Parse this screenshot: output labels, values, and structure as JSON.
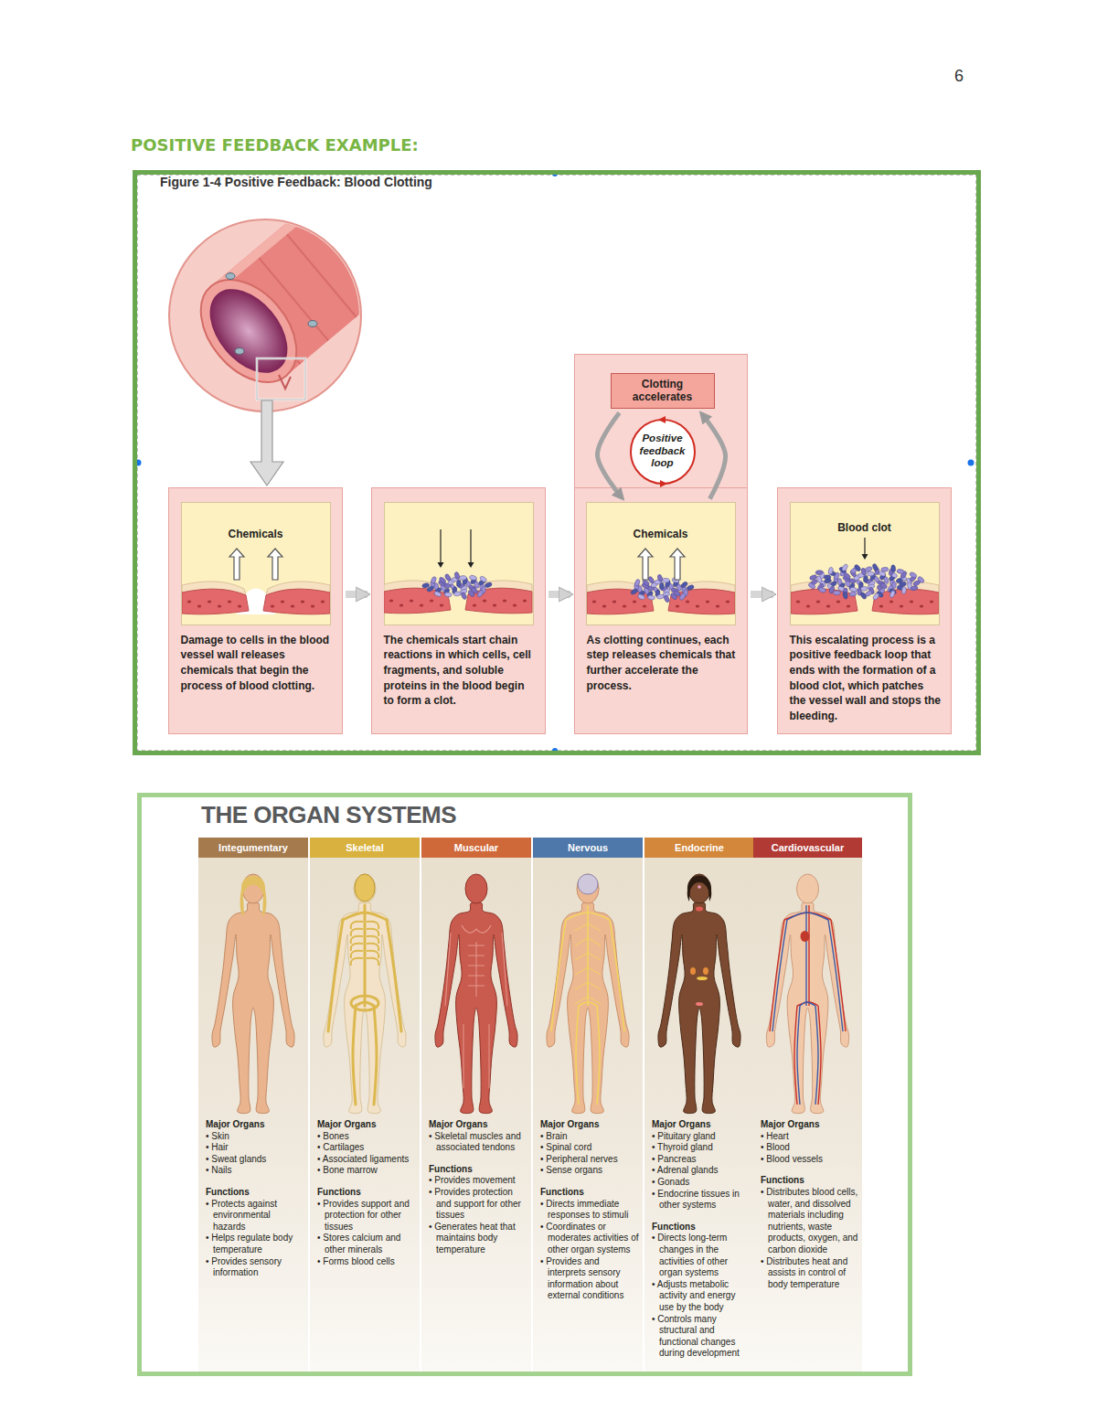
{
  "diagram": {
    "title": "POSITIVE FEEDBACK EXAMPLE:",
    "nodes": [
      {
        "text": [
          "Figure 1-4 Positive Feedback: Blood Clotting"
        ]
      },
      {
        "text": [
          "Damage to cells in the blood vessel wall releases chemicals that begin the process of blood clotting."
        ],
        "in": 0
      },
      {
        "text": [
          "Chemicals"
        ],
        "in": 1
      },
      {
        "text": [
          "The chemicals start chain reactions in which cells, cell fragments, and soluble proteins in the blood begin to form a clot."
        ],
        "in": 0
      },
      {
        "text": [
          "As clotting continues, each step releases chemicals that further accelerate the process."
        ],
        "in": 0
      },
      {
        "text": [
          "Clotting accelerates"
        ],
        "in": 4
      },
      {
        "text": [
          "Positive feedback loop"
        ],
        "in": 4
      },
      {
        "text": [
          "Chemicals"
        ],
        "in": 4
      },
      {
        "text": [
          "This escalating process is a positive feedback loop that ends with the formation of a blood clot, which patches the vessel wall and stops the bleeding."
        ],
        "in": 0
      },
      {
        "text": [
          "Blood clot"
        ],
        "in": 8
      },
      {
        "text": [
          "THE ORGAN SYSTEMS"
        ]
      },
      {
        "text": [
          "Integumentary"
        ],
        "in": 10
      },
      {
        "text": [
          "Major Organs",
          "• Skin",
          "• Hair",
          "• Sweat glands",
          "• Nails",
          "Functions",
          "• Protects against environmental hazards",
          "• Helps regulate body temperature",
          "• Provides sensory information"
        ],
        "in": 10
      },
      {
        "text": [
          "Skeletal"
        ],
        "in": 10
      },
      {
        "text": [
          "Major Organs",
          "• Bones",
          "• Cartilages",
          "• Associated ligaments",
          "• Bone marrow",
          "Functions",
          "• Provides support and protection for other tissues",
          "• Stores calcium and other minerals",
          "• Forms blood cells"
        ],
        "in": 10
      },
      {
        "text": [
          "Muscular"
        ],
        "in": 10
      },
      {
        "text": [
          "Major Organs",
          "• Skeletal muscles and associated tendons",
          "Functions",
          "• Provides movement",
          "• Provides protection and support for other tissues",
          "• Generates heat that maintains body temperature"
        ],
        "in": 10
      },
      {
        "text": [
          "Nervous"
        ],
        "in": 10
      },
      {
        "text": [
          "Major Organs",
          "• Brain",
          "• Spinal cord",
          "• Peripheral nerves",
          "• Sense organs",
          "Functions",
          "• Directs immediate responses to stimuli",
          "• Coordinates or moderates activities of other organ systems",
          "• Provides and interprets sensory information about external conditions"
        ],
        "in": 10
      },
      {
        "text": [
          "Endocrine"
        ],
        "in": 10
      },
      {
        "text": [
          "Major Organs",
          "• Pituitary gland",
          "• Thyroid gland",
          "• Pancreas",
          "• Adrenal glands",
          "• Gonads",
          "• Endocrine tissues in other systems",
          "Functions",
          "• Directs long-term changes in the activities of other organ systems",
          "• Adjusts metabolic activity and energy use by the body",
          "• Controls many structural and functional changes during development"
        ],
        "in": 10
      },
      {
        "text": [
          "Cardiovascular"
        ],
        "in": 10
      },
      {
        "text": [
          "Major Organs",
          "• Heart",
          "• Blood",
          "• Blood vessels",
          "Functions",
          "• Distributes blood cells, water, and dissolved materials including nutrients, waste products, oxygen, and carbon dioxide",
          "• Distributes heat and assists in control of body temperature"
        ],
        "in": 10
      }
    ],
    "edges": [
      {
        "from": 1,
        "to": 3,
        "arrow": "to"
      },
      {
        "from": 3,
        "to": 4,
        "arrow": "to"
      },
      {
        "from": 4,
        "to": 8,
        "arrow": "to"
      },
      {
        "from": 7,
        "to": 5,
        "arrow": "to"
      },
      {
        "from": 5,
        "to": 7,
        "arrow": "to"
      }
    ],
    "labels": [
      "6"
    ]
  }
}
